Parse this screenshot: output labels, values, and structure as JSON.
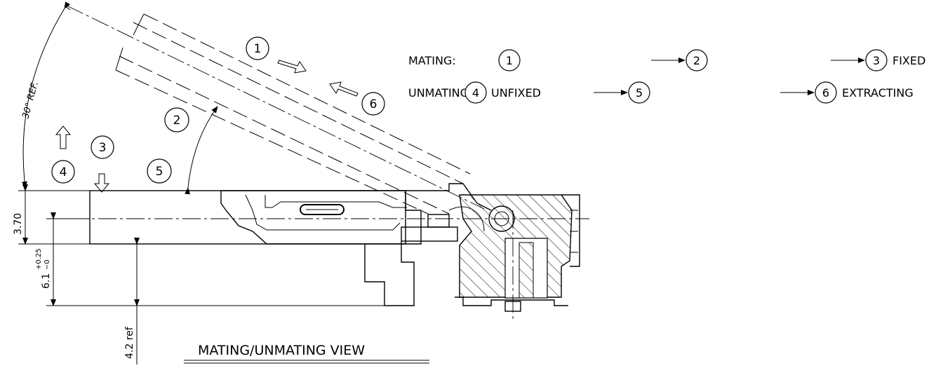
{
  "labels": {
    "step_1": "1",
    "step_2": "2",
    "step_3": "3",
    "step_4": "4",
    "step_5": "5",
    "step_6": "6"
  },
  "legend": {
    "mating_label": "MATING:",
    "mating_steps": [
      {
        "num": "1",
        "text": ""
      },
      {
        "num": "2",
        "text": ""
      },
      {
        "num": "3",
        "text": "FIXED"
      }
    ],
    "unmating_label": "UNMATING:",
    "unmating_steps": [
      {
        "num": "4",
        "text": "UNFIXED"
      },
      {
        "num": "5",
        "text": ""
      },
      {
        "num": "6",
        "text": "EXTRACTING"
      }
    ]
  },
  "dimensions": {
    "angle": "30° REF.",
    "height": "3.70",
    "offset_main": "6.1",
    "offset_tol_plus": "+0.25",
    "offset_tol_minus": "−0",
    "ref_height": "4.2 ref"
  },
  "title": "MATING/UNMATING VIEW"
}
